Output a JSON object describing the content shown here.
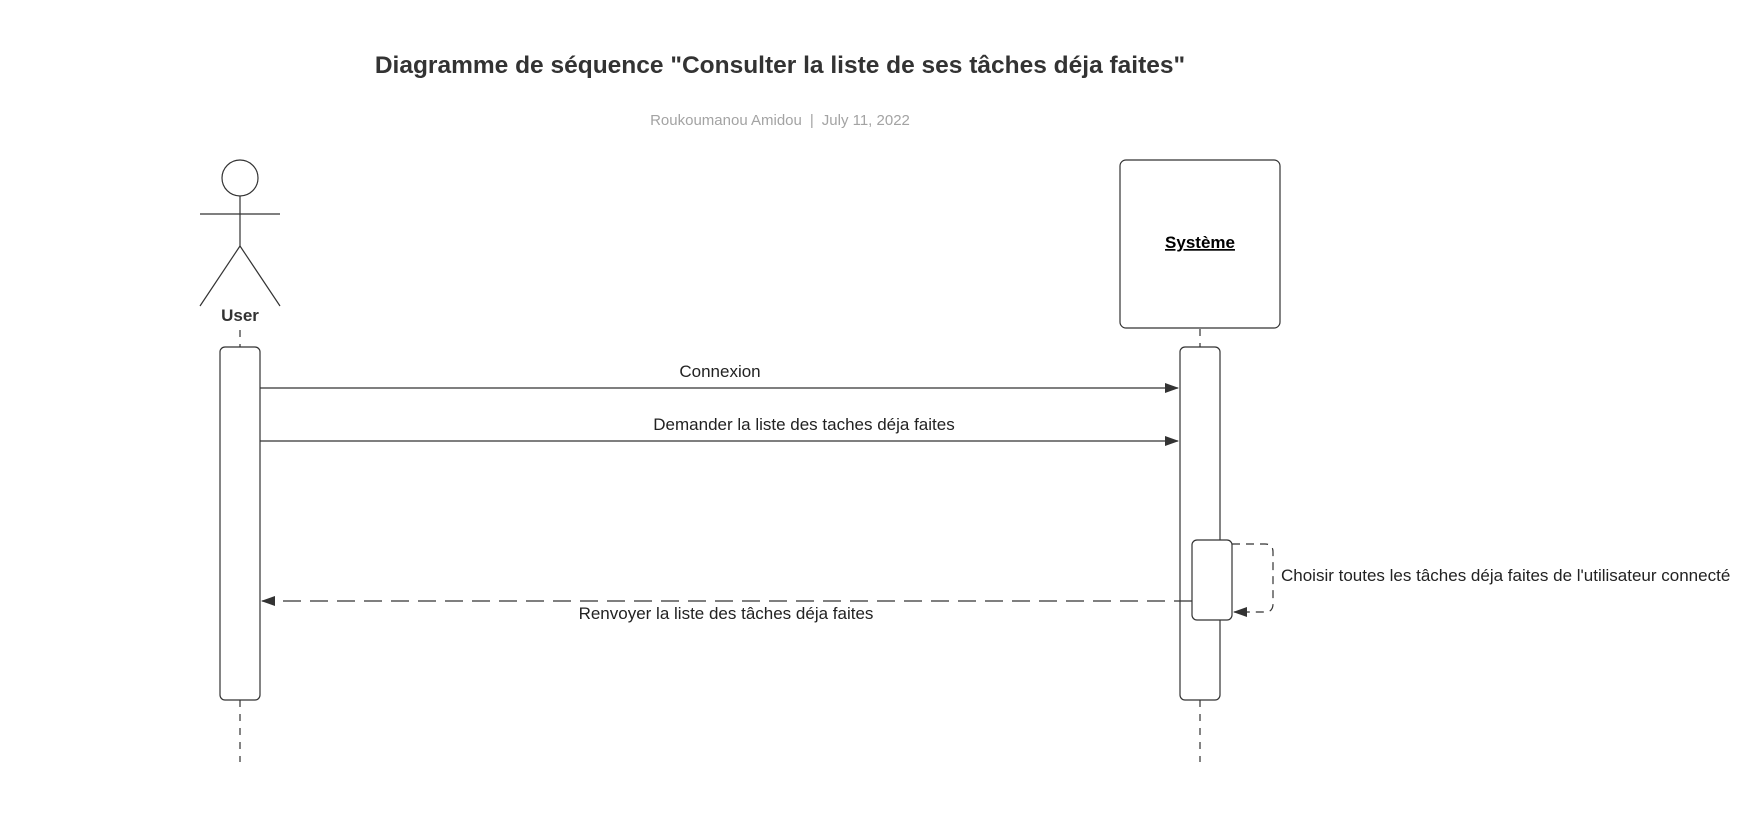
{
  "header": {
    "title": "Diagramme de séquence \"Consulter la liste de ses tâches déja faites\"",
    "author": "Roukoumanou Amidou",
    "separator": "|",
    "date": "July 11, 2022"
  },
  "participants": {
    "actor": {
      "label": "User"
    },
    "object": {
      "label": "Système"
    }
  },
  "messages": [
    {
      "label": "Connexion",
      "kind": "synchronous",
      "from": "User",
      "to": "Système"
    },
    {
      "label": "Demander la liste des taches déja faites",
      "kind": "synchronous",
      "from": "User",
      "to": "Système"
    },
    {
      "label": "Choisir toutes les tâches déja faites de l'utilisateur connecté",
      "kind": "self-return",
      "from": "Système",
      "to": "Système"
    },
    {
      "label": "Renvoyer la liste des tâches déja faites",
      "kind": "return",
      "from": "Système",
      "to": "User"
    }
  ],
  "colors": {
    "line": "#333333",
    "title": "#333333",
    "subtitle": "#a3a3a3"
  }
}
